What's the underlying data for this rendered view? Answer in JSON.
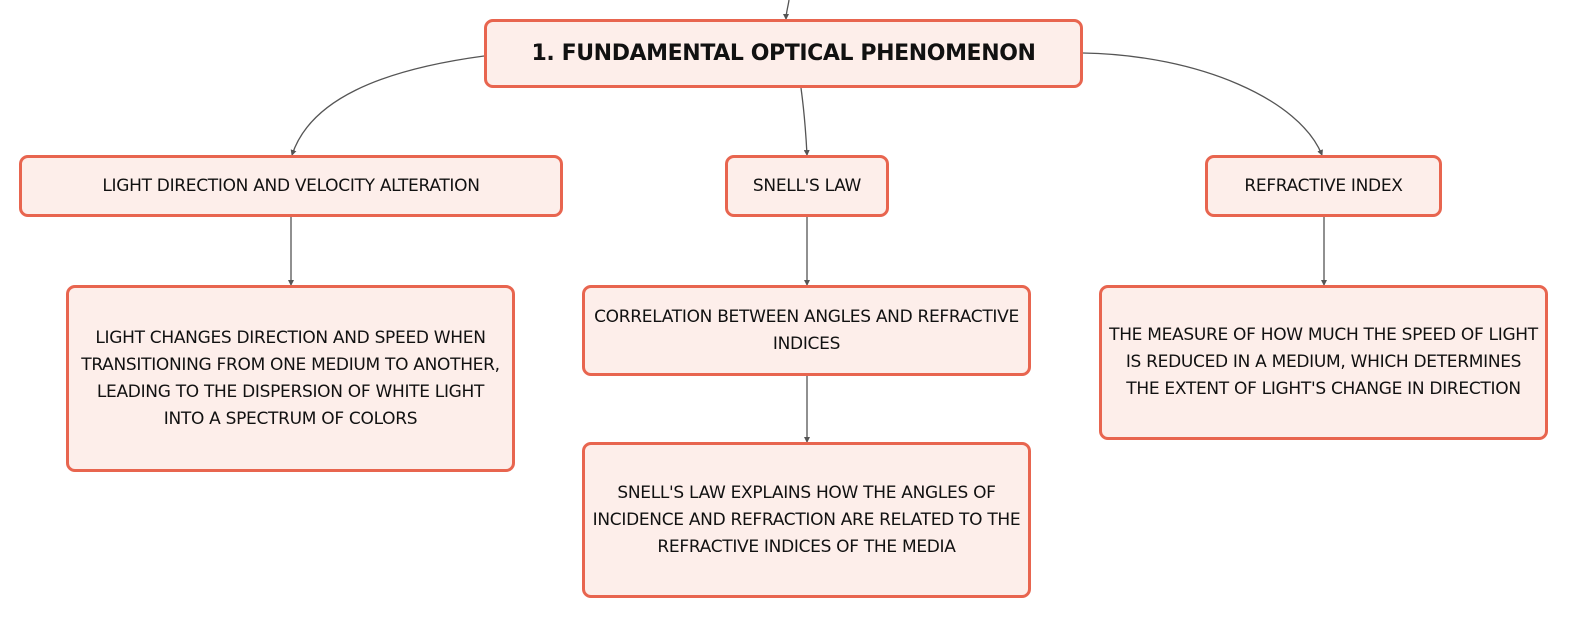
{
  "colors": {
    "node_border": "#e8654f",
    "node_fill": "#fdeeea",
    "connector": "#555555",
    "text": "#111111"
  },
  "nodes": {
    "root": "1. FUNDAMENTAL OPTICAL PHENOMENON",
    "light": "LIGHT DIRECTION AND VELOCITY ALTERATION",
    "snell": "SNELL'S LAW",
    "refractive": "REFRACTIVE INDEX",
    "light_desc": "LIGHT CHANGES DIRECTION AND SPEED WHEN TRANSITIONING FROM ONE MEDIUM TO ANOTHER, LEADING TO THE DISPERSION OF WHITE LIGHT INTO A SPECTRUM OF COLORS",
    "correlation": "CORRELATION BETWEEN ANGLES AND REFRACTIVE INDICES",
    "refractive_desc": "THE MEASURE OF HOW MUCH THE SPEED OF LIGHT IS REDUCED IN A MEDIUM, WHICH DETERMINES THE EXTENT OF LIGHT'S CHANGE IN DIRECTION",
    "snell_desc": "SNELL'S LAW EXPLAINS HOW THE ANGLES OF INCIDENCE AND REFRACTION ARE RELATED TO THE REFRACTIVE INDICES OF THE MEDIA"
  },
  "edges": [
    {
      "from": "parent",
      "to": "root"
    },
    {
      "from": "root",
      "to": "light"
    },
    {
      "from": "root",
      "to": "snell"
    },
    {
      "from": "root",
      "to": "refractive"
    },
    {
      "from": "light",
      "to": "light_desc"
    },
    {
      "from": "snell",
      "to": "correlation"
    },
    {
      "from": "correlation",
      "to": "snell_desc"
    },
    {
      "from": "refractive",
      "to": "refractive_desc"
    }
  ]
}
